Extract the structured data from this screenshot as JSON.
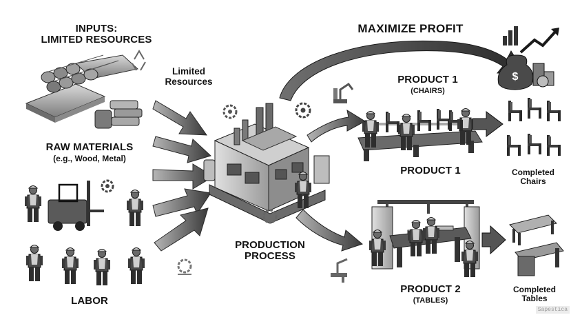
{
  "inputs": {
    "heading_line1": "INPUTS:",
    "heading_line2": "LIMITED RESOURCES"
  },
  "raw_materials": {
    "title": "RAW MATERIALS",
    "subtitle": "(e.g., Wood, Metal)"
  },
  "labor": {
    "title": "LABOR"
  },
  "flow_note": {
    "line1": "Limited",
    "line2": "Resources"
  },
  "process": {
    "line1": "PRODUCTION",
    "line2": "PROCESS"
  },
  "goal": {
    "title": "MAXIMIZE PROFIT"
  },
  "product1": {
    "title": "PRODUCT 1",
    "subtitle": "(CHAIRS)",
    "line_label": "PRODUCT 1",
    "output_line1": "Completed",
    "output_line2": "Chairs"
  },
  "product2": {
    "title": "PRODUCT 2",
    "subtitle": "(TABLES)",
    "output_line1": "Completed",
    "output_line2": "Tables"
  },
  "watermark": {
    "text": "Sapestica"
  },
  "colors": {
    "ink": "#1a1a1a",
    "arrow_dark": "#3c3c3c",
    "arrow_light": "#8a8a8a",
    "metal": "#9a9a9a",
    "background": "#ffffff"
  },
  "icons": [
    "recycle-icon",
    "gear-icon",
    "robot-arm-icon",
    "money-bag-icon",
    "growth-chart-icon",
    "forklift-icon",
    "worker-icon",
    "factory-icon",
    "conveyor-icon",
    "chair-icon",
    "table-icon",
    "desk-icon"
  ]
}
